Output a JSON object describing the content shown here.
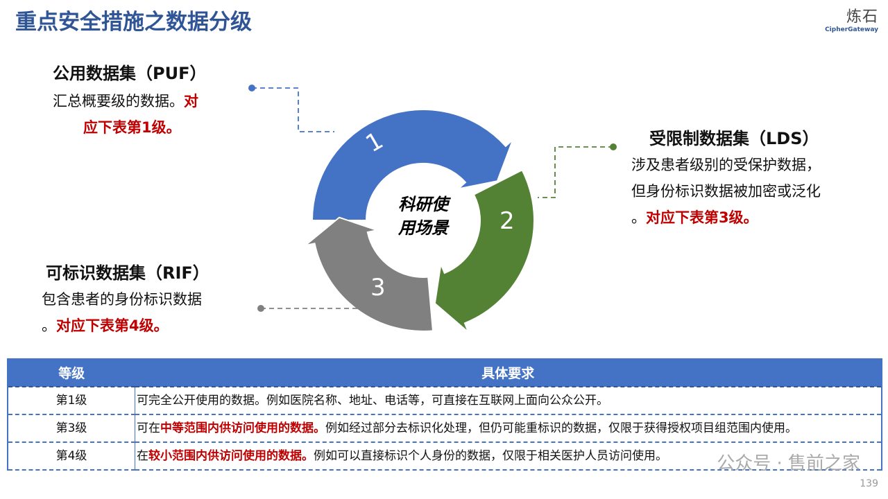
{
  "title": "重点安全措施之数据分级",
  "logo": {
    "cn": "炼石",
    "en": "CipherGateway"
  },
  "puf": {
    "heading": "公用数据集（PUF）",
    "line1": "汇总概要级的数据。",
    "red1": "对",
    "red2": "应下表第1级。"
  },
  "lds": {
    "heading": "受限制数据集（LDS）",
    "line1": "涉及患者级别的受保护数据，",
    "line2": "但身份标识数据被加密或泛化",
    "line3a": "。",
    "red": "对应下表第3级。"
  },
  "rif": {
    "heading": "可标识数据集（RIF）",
    "line1": "包含患者的身份标识数据",
    "line2a": "。",
    "red": "对应下表第4级。"
  },
  "cycle": {
    "center1": "科研使",
    "center2": "用场景",
    "n1": "1",
    "n2": "2",
    "n3": "3",
    "colors": {
      "blue": "#4472c4",
      "green": "#548235",
      "gray": "#808080"
    }
  },
  "table": {
    "headers": [
      "等级",
      "具体要求"
    ],
    "rows": [
      {
        "level": "第1级",
        "pre": "可完全公开使用的数据。例如医院名称、地址、电话等，可直接在互联网上面向公众公开。",
        "red": "",
        "post": ""
      },
      {
        "level": "第3级",
        "pre": "可在",
        "red": "中等范围内供访问使用的数据。",
        "post": "例如经过部分去标识化处理，但仍可能重标识的数据，仅限于获得授权项目组范围内使用。"
      },
      {
        "level": "第4级",
        "pre": "在",
        "red": "较小范围内供访问使用的数据。",
        "post": "例如可以直接标识个人身份的数据，仅限于相关医护人员访问使用。"
      }
    ]
  },
  "watermark": "公众号 · 售前之家",
  "page_number": "139"
}
